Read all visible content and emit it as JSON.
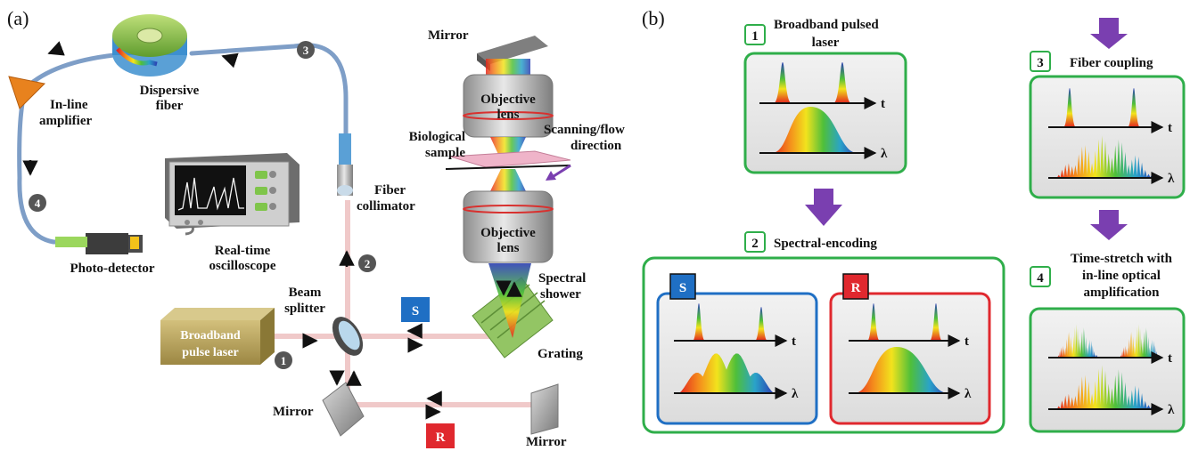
{
  "panel_a": {
    "panel_label": "(a)",
    "labels": {
      "mirror_top": "Mirror",
      "objective_top_l1": "Objective",
      "objective_top_l2": "lens",
      "biological_l1": "Biological",
      "biological_l2": "sample",
      "scanning_l1": "Scanning/flow",
      "scanning_l2": "direction",
      "objective_bot_l1": "Objective",
      "objective_bot_l2": "lens",
      "spectral_l1": "Spectral",
      "spectral_l2": "shower",
      "grating": "Grating",
      "dispersive_l1": "Dispersive",
      "dispersive_l2": "fiber",
      "inline_l1": "In-line",
      "inline_l2": "amplifier",
      "fiber_col_l1": "Fiber",
      "fiber_col_l2": "collimator",
      "realtime_l1": "Real-time",
      "realtime_l2": "oscilloscope",
      "photodetector": "Photo-detector",
      "beam_l1": "Beam",
      "beam_l2": "splitter",
      "laser_l1": "Broadband",
      "laser_l2": "pulse laser",
      "mirror_left": "Mirror",
      "mirror_right": "Mirror",
      "s_tag": "S",
      "r_tag": "R"
    },
    "step_numbers": [
      "1",
      "2",
      "3",
      "4"
    ]
  },
  "panel_b": {
    "panel_label": "(b)",
    "steps": [
      {
        "number": "1",
        "title_l1": "Broadband pulsed",
        "title_l2": "laser"
      },
      {
        "number": "2",
        "title_l1": "Spectral-encoding"
      },
      {
        "number": "3",
        "title_l1": "Fiber coupling"
      },
      {
        "number": "4",
        "title_l1": "Time-stretch with",
        "title_l2": "in-line optical",
        "title_l3": "amplification"
      }
    ],
    "axis_t": "t",
    "axis_lambda": "λ",
    "sub_tags": {
      "s": "S",
      "r": "R"
    }
  },
  "colors": {
    "green_frame": "#2fae4a",
    "s_blue": "#1f6fc4",
    "r_red": "#e0282e",
    "arrow_purple": "#7a3fb0",
    "fiber_blue": "#8aa9cf",
    "beam_pink": "#f0c9c9",
    "laser_gold": "#b9a45e"
  }
}
